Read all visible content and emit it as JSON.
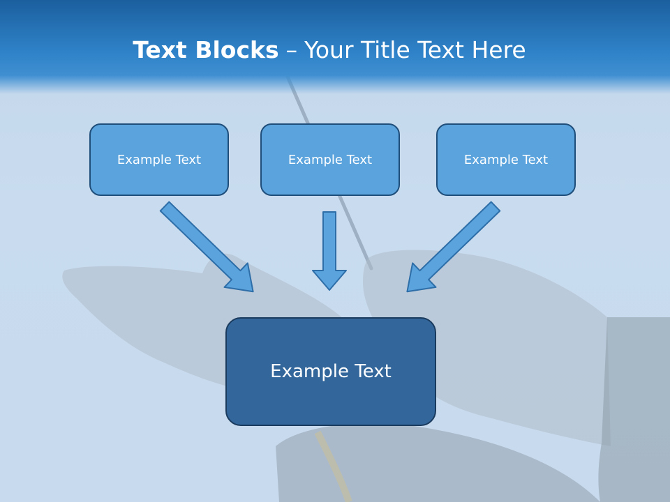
{
  "slide": {
    "title_bold": "Text Blocks",
    "title_separator": "–",
    "title_rest": "Your Title Text Here"
  },
  "blocks": {
    "top": [
      {
        "label": "Example Text"
      },
      {
        "label": "Example Text"
      },
      {
        "label": "Example Text"
      }
    ],
    "bottom": {
      "label": "Example Text"
    }
  },
  "colors": {
    "title_bar": "#2f82c8",
    "top_box_fill": "#5aa3dd",
    "bottom_box_fill": "#33679c",
    "arrow_fill": "#5aa3dd"
  }
}
